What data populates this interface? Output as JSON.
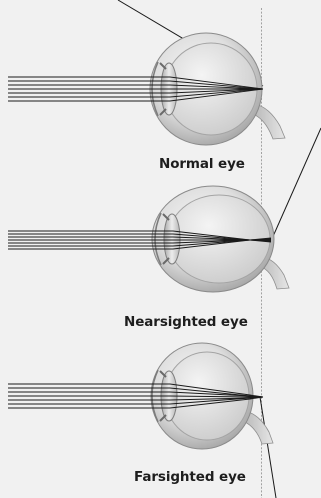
{
  "diagram": {
    "background": "#f1f1f1",
    "ray_color": "#1a1a1a",
    "eyes": [
      {
        "label": "Normal eye",
        "condition": "normal"
      },
      {
        "label": "Nearsighted eye",
        "condition": "nearsighted"
      },
      {
        "label": "Farsighted eye",
        "condition": "farsighted"
      }
    ]
  }
}
